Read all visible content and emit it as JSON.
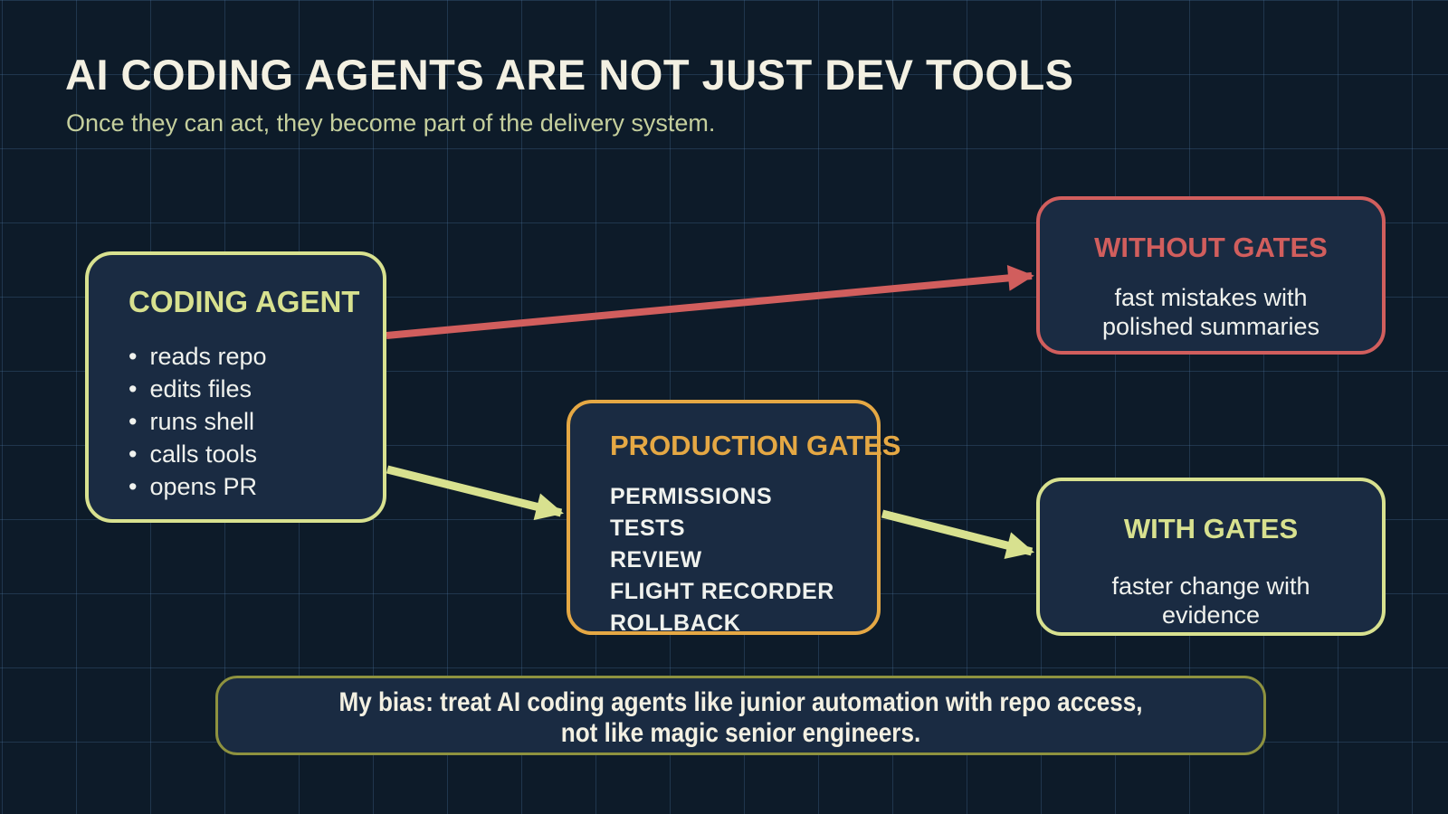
{
  "slide": {
    "title": "AI CODING AGENTS ARE NOT JUST DEV TOOLS",
    "subtitle": "Once they can act, they become part of the delivery system."
  },
  "coding_agent": {
    "title": "CODING AGENT",
    "bullets": [
      "reads repo",
      "edits files",
      "runs shell",
      "calls tools",
      "opens PR"
    ]
  },
  "without_gates": {
    "title": "WITHOUT GATES",
    "body": [
      "fast mistakes with",
      "polished summaries"
    ]
  },
  "production_gates": {
    "title": "PRODUCTION GATES",
    "items": [
      "PERMISSIONS",
      "TESTS",
      "REVIEW",
      "FLIGHT RECORDER",
      "ROLLBACK"
    ]
  },
  "with_gates": {
    "title": "WITH GATES",
    "body": [
      "faster change with",
      "evidence"
    ]
  },
  "bias_note": {
    "line1": "My bias: treat AI coding agents like junior automation with repo access,",
    "line2": "not like magic senior engineers."
  },
  "colors": {
    "background": "#0d1b29",
    "grid_line": "#2c4a68",
    "box_fill": "#1a2b42",
    "accent_green": "#d8e18f",
    "accent_red": "#d15e5d",
    "accent_orange": "#e5a844",
    "accent_olive": "#8e923f",
    "title_text": "#f3f0e2",
    "body_text": "#f0f2ee",
    "subtitle_text": "#c5cf9d"
  }
}
